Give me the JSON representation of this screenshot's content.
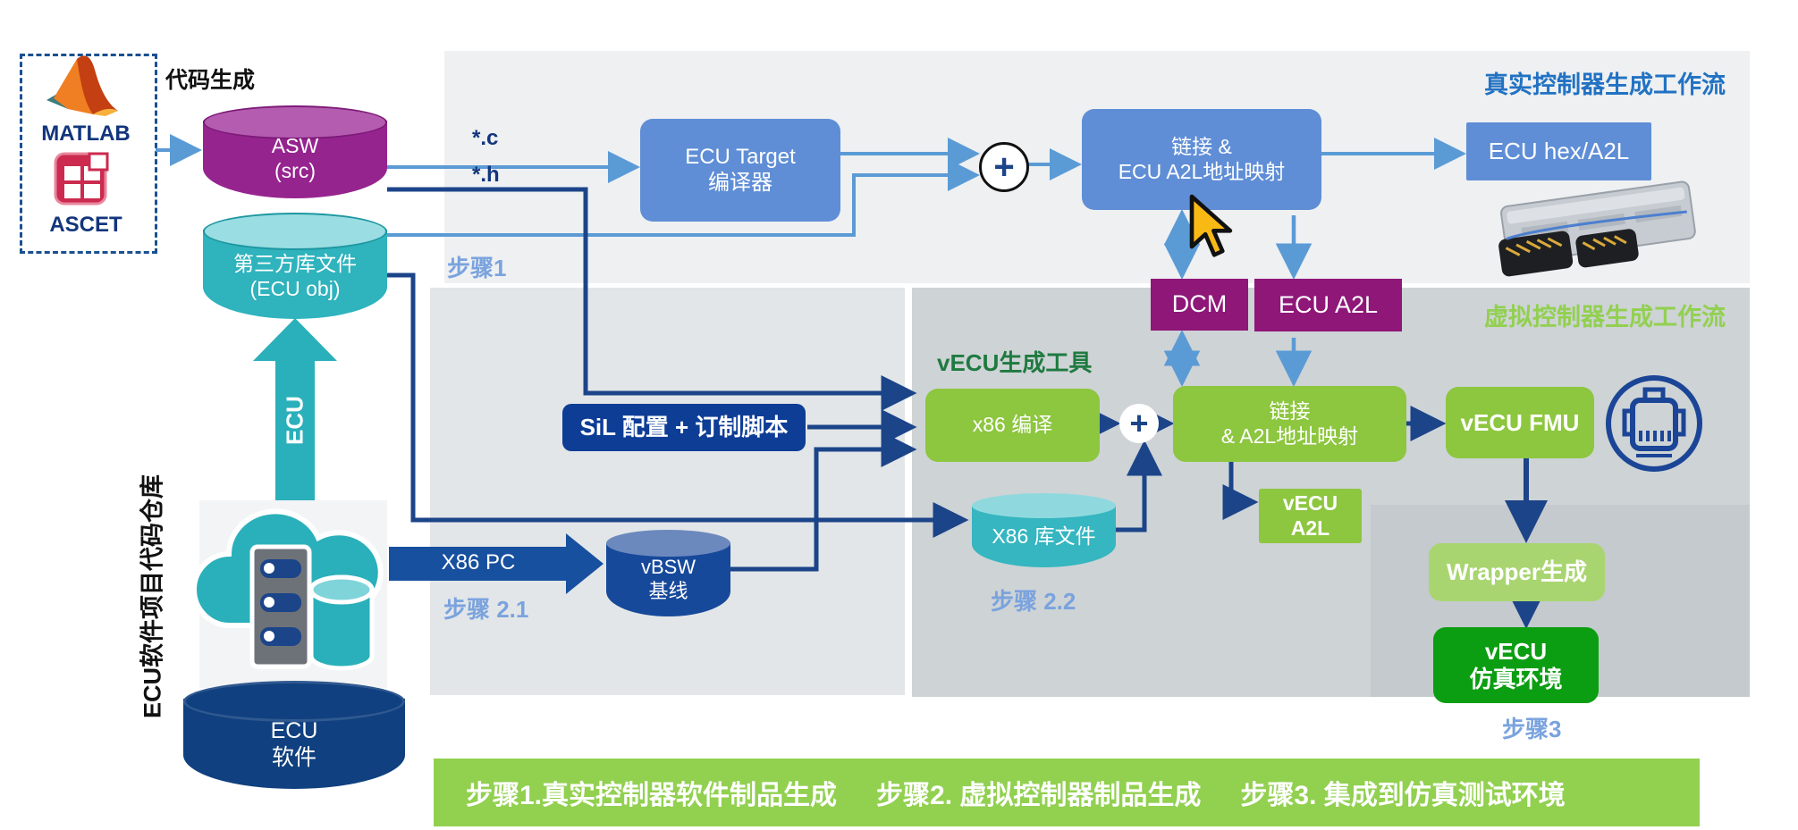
{
  "labels": {
    "code_gen": "代码生成",
    "matlab": "MATLAB",
    "ascet": "ASCET",
    "file_c": "*.c",
    "file_h": "*.h",
    "step1": "步骤1",
    "step21": "步骤 2.1",
    "step22": "步骤 2.2",
    "step3": "步骤3",
    "x86_pc": "X86 PC",
    "ecu_arrow": "ECU",
    "repo_vertical": "ECU软件项目代码仓库",
    "real_flow": "真实控制器生成工作流",
    "virtual_flow": "虚拟控制器生成工作流",
    "vecu_tool": "vECU生成工具",
    "plus": "+"
  },
  "nodes": {
    "asw": {
      "line1": "ASW",
      "line2": "(src)"
    },
    "third_party": {
      "line1": "第三方库文件",
      "line2": "(ECU obj)"
    },
    "ecu_target": {
      "line1": "ECU Target",
      "line2": "编译器"
    },
    "link_real": {
      "line1": "链接 &",
      "line2": "ECU A2L地址映射"
    },
    "ecu_hex": {
      "label": "ECU hex/A2L"
    },
    "dcm": {
      "label": "DCM"
    },
    "ecu_a2l": {
      "label": "ECU A2L"
    },
    "sil": {
      "label": "SiL 配置 + 订制脚本"
    },
    "x86_compile": {
      "label": "x86 编译"
    },
    "link_virtual": {
      "line1": "链接",
      "line2": "& A2L地址映射"
    },
    "vecu_fmu": {
      "label": "vECU FMU"
    },
    "x86_lib": {
      "label": "X86 库文件"
    },
    "vbsw": {
      "line1": "vBSW",
      "line2": "基线"
    },
    "vecu_a2l": {
      "line1": "vECU",
      "line2": "A2L"
    },
    "wrapper": {
      "label": "Wrapper生成"
    },
    "vecu_sim": {
      "line1": "vECU",
      "line2": "仿真环境"
    },
    "ecu_sw": {
      "line1": "ECU",
      "line2": "软件"
    }
  },
  "bottom_bar": {
    "parts": [
      "步骤1.真实控制器软件制品生成",
      "步骤2. 虚拟控制器制品生成",
      "步骤3. 集成到仿真测试环境"
    ]
  },
  "colors": {
    "blue_box": "#5f8ed6",
    "purple_box": "#8e1778",
    "green_box": "#8dc63f",
    "light_green_box": "#a9d570",
    "dark_green_box": "#0c9e12",
    "navy": "#1b4489",
    "light_blue": "#5b9bd5",
    "teal": "#2ab0ba",
    "bar_green": "#92d050",
    "real_title_blue": "#2272c3",
    "vecu_tool_green": "#1f7a40",
    "step_label_blue": "#7aa3de"
  }
}
